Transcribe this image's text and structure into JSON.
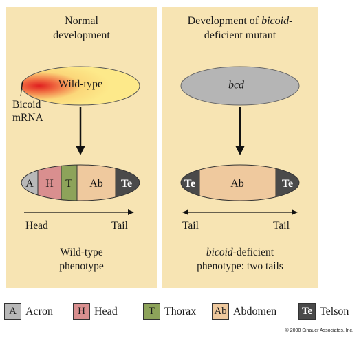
{
  "left": {
    "title_line1": "Normal",
    "title_line2": "development",
    "egg_label": "Wild-type",
    "mrna_line1": "Bicoid",
    "mrna_line2": "mRNA",
    "segments": [
      "A",
      "H",
      "T",
      "Ab",
      "Te"
    ],
    "axis_start": "Head",
    "axis_end": "Tail",
    "caption_line1": "Wild-type",
    "caption_line2": "phenotype"
  },
  "right": {
    "title_line1_pre": "Development of ",
    "title_line1_italic": "bicoid",
    "title_line1_post": "-",
    "title_line2": "deficient mutant",
    "egg_label": "bcd",
    "egg_superscript": "—",
    "segments": [
      "Te",
      "Ab",
      "Te"
    ],
    "axis_start": "Tail",
    "axis_end": "Tail",
    "caption_line1_italic": "bicoid",
    "caption_line1_post": "-deficient",
    "caption_line2": "phenotype: two tails"
  },
  "legend": [
    {
      "code": "A",
      "label": "Acron",
      "color": "#b8b8b8"
    },
    {
      "code": "H",
      "label": "Head",
      "color": "#d98f8f"
    },
    {
      "code": "T",
      "label": "Thorax",
      "color": "#8da35a"
    },
    {
      "code": "Ab",
      "label": "Abdomen",
      "color": "#efc99e"
    },
    {
      "code": "Te",
      "label": "Telson",
      "color": "#4a4a4a"
    }
  ],
  "colors": {
    "panel": "#f7e4b3",
    "egg_wildtype": "#fde98a",
    "egg_mutant": "#b5b5b5",
    "mrna": "#e02020"
  },
  "copyright": "© 2000 Sinauer Associates, Inc."
}
